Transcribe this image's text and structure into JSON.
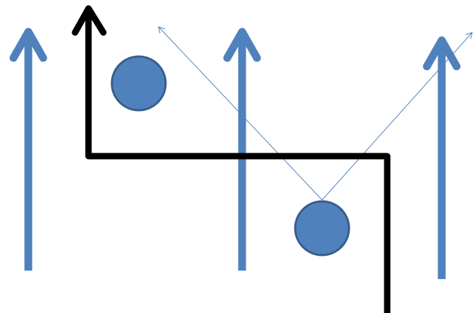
{
  "diagram": {
    "background": "#ffffff",
    "colors": {
      "blue_arrow": "#4f81bd",
      "black_path": "#000000",
      "circle_fill": "#4f81bd",
      "circle_stroke": "#385d8a",
      "thin_line": "#4f81bd"
    },
    "elements": {
      "vertical_arrows": [
        {
          "id": "left",
          "direction": "up"
        },
        {
          "id": "center",
          "direction": "up"
        },
        {
          "id": "right",
          "direction": "up"
        }
      ],
      "circles": [
        {
          "id": "upper-left"
        },
        {
          "id": "lower-right"
        }
      ],
      "thin_arrows": [
        {
          "id": "to-upper-left",
          "direction": "up-left"
        },
        {
          "id": "to-upper-right",
          "direction": "up-right"
        }
      ],
      "black_path": {
        "direction": "up",
        "segments": 3
      }
    }
  }
}
